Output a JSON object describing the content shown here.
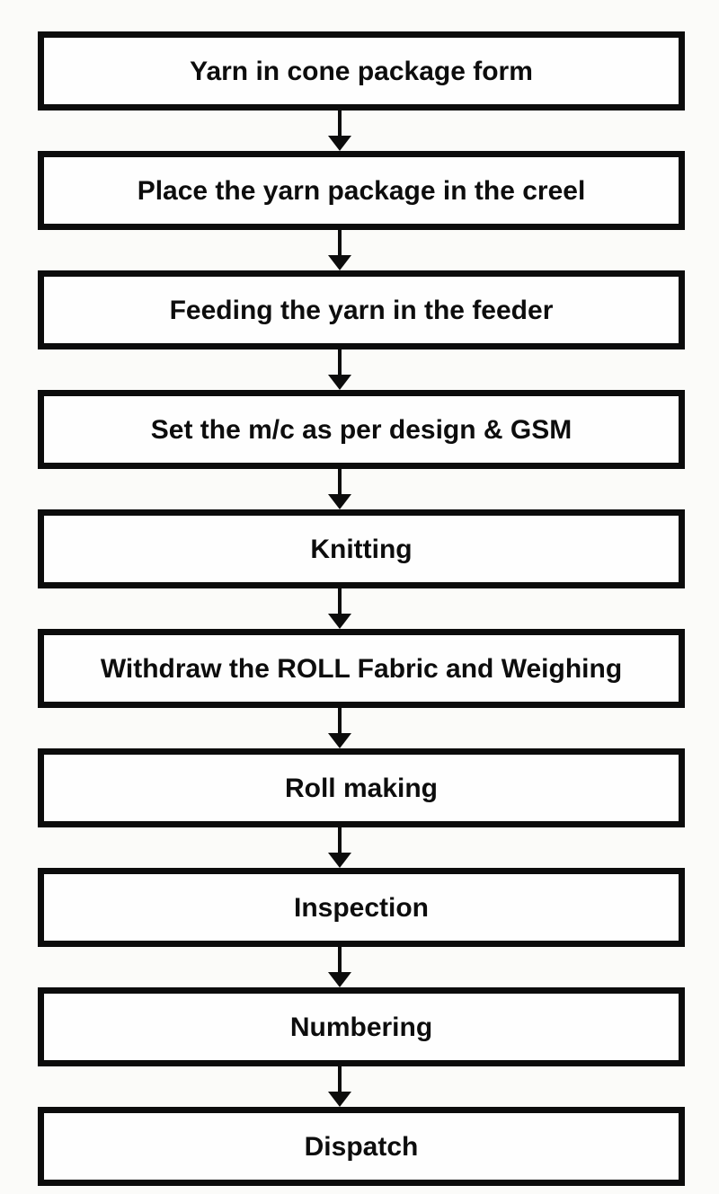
{
  "flowchart": {
    "type": "vertical-process-flow",
    "steps": [
      {
        "label": "Yarn in cone package form"
      },
      {
        "label": "Place the yarn package in the creel"
      },
      {
        "label": "Feeding the yarn in the feeder"
      },
      {
        "label": "Set the m/c as per design & GSM"
      },
      {
        "label": "Knitting"
      },
      {
        "label": "Withdraw the ROLL Fabric and Weighing"
      },
      {
        "label": "Roll making"
      },
      {
        "label": "Inspection"
      },
      {
        "label": "Numbering"
      },
      {
        "label": "Dispatch"
      }
    ],
    "connector_icon": "down-arrow-icon",
    "colors": {
      "box_border": "#0c0c0c",
      "box_fill": "#fefefe",
      "text": "#0d0d0d",
      "background": "#fbfbf9"
    }
  }
}
